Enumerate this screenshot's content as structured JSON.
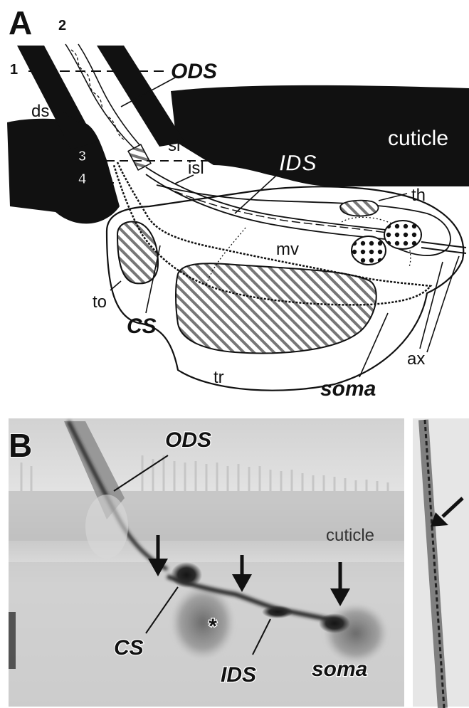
{
  "panel_a": {
    "letter": "A",
    "section_numbers": [
      "1",
      "2",
      "3",
      "4"
    ],
    "labels": {
      "ods": "ODS",
      "ds": "ds",
      "cuticle": "cuticle",
      "sl": "sl",
      "isl": "isl",
      "ids": "IDS",
      "th": "th",
      "mv": "mv",
      "to": "to",
      "cs": "CS",
      "ax": "ax",
      "tr": "tr",
      "soma": "soma"
    }
  },
  "panel_b": {
    "letter": "B",
    "labels": {
      "ods": "ODS",
      "cuticle": "cuticle",
      "cs": "CS",
      "asterisk": "*",
      "ids": "IDS",
      "soma": "soma"
    }
  }
}
